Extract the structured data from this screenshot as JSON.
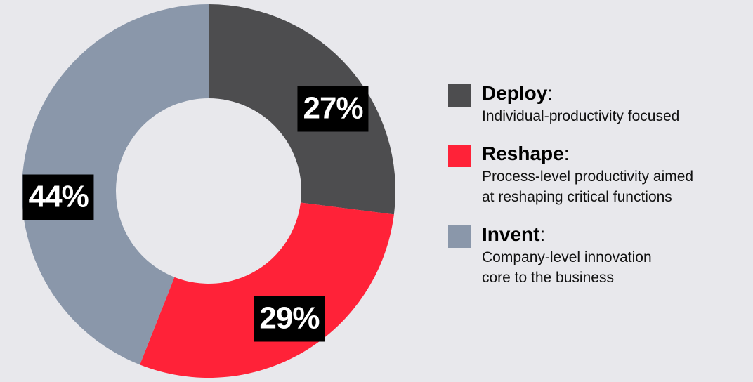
{
  "colors": {
    "background": "#e8e8ec",
    "deploy": "#4d4d4f",
    "reshape": "#ff2238",
    "invent": "#8a97aa",
    "label_bg": "#000000",
    "label_text": "#ffffff"
  },
  "chart_data": {
    "type": "pie",
    "donut": true,
    "title": "",
    "slices": [
      {
        "name": "Deploy",
        "value": 27,
        "label": "27%",
        "color": "#4d4d4f"
      },
      {
        "name": "Reshape",
        "value": 29,
        "label": "29%",
        "color": "#ff2238"
      },
      {
        "name": "Invent",
        "value": 44,
        "label": "44%",
        "color": "#8a97aa"
      }
    ],
    "legend_position": "right"
  },
  "legend": {
    "colon": ":",
    "items": [
      {
        "name": "Deploy",
        "desc_lines": [
          "Individual-productivity focused"
        ]
      },
      {
        "name": "Reshape",
        "desc_lines": [
          "Process-level productivity aimed",
          "at reshaping critical functions"
        ]
      },
      {
        "name": "Invent",
        "desc_lines": [
          "Company-level innovation",
          "core to the business"
        ]
      }
    ]
  }
}
